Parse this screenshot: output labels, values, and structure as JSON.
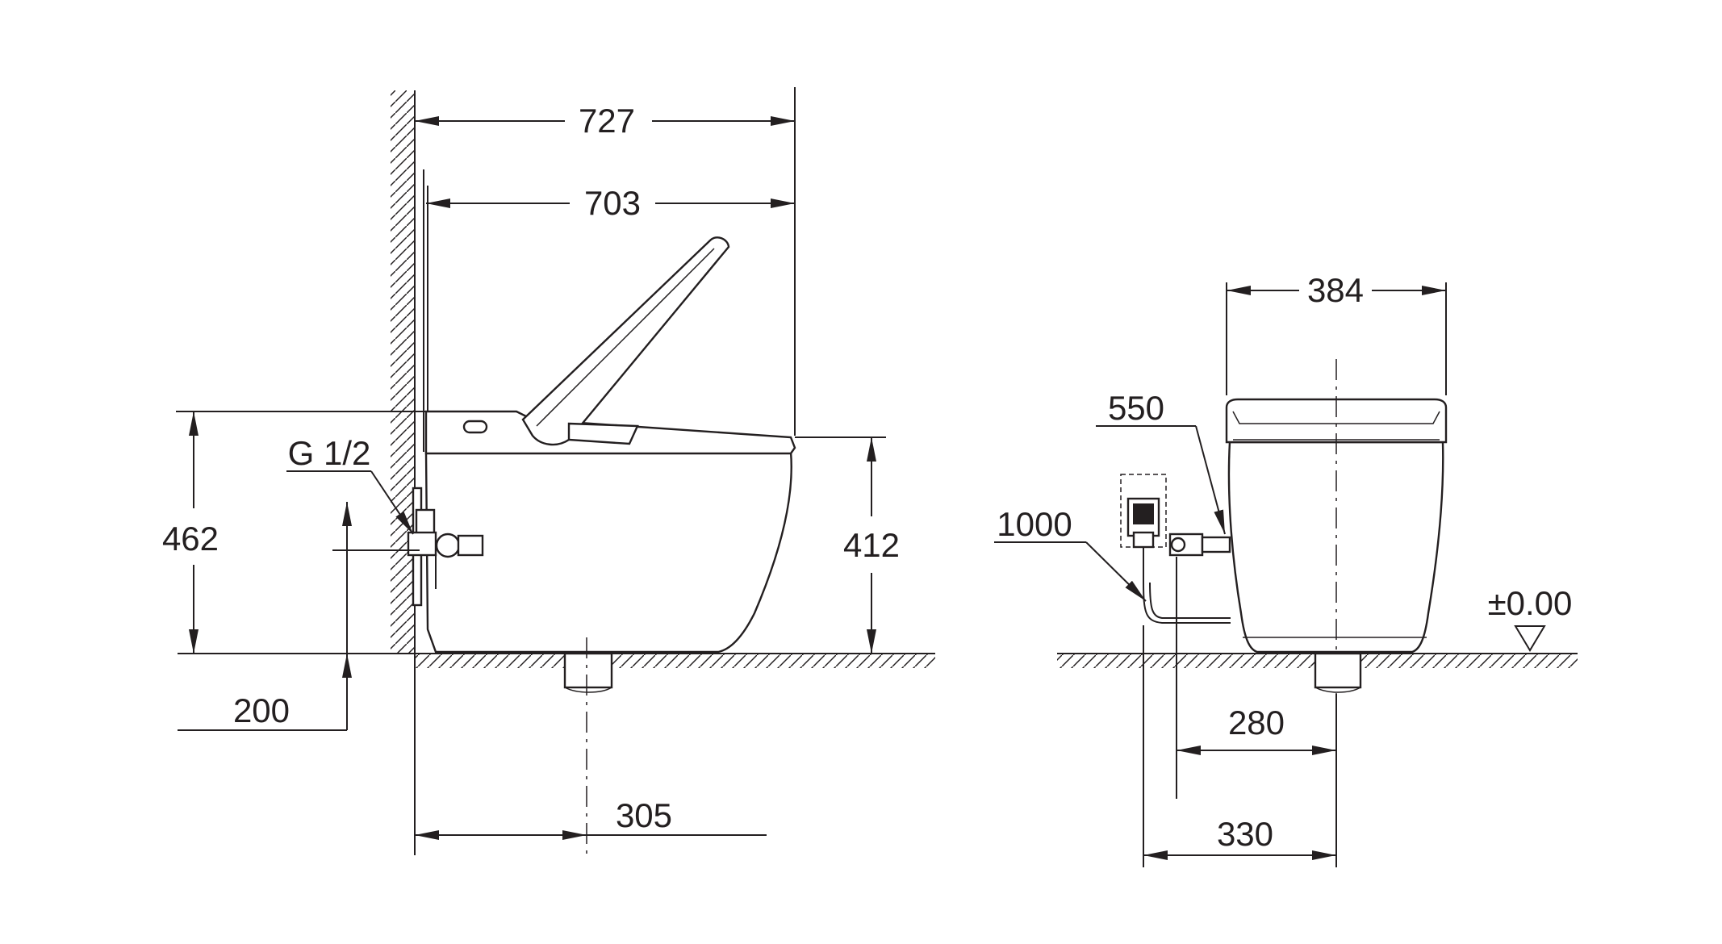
{
  "colors": {
    "ink": "#231f20",
    "background": "#ffffff"
  },
  "side_view": {
    "dim_727": "727",
    "dim_703": "703",
    "dim_462": "462",
    "dim_412": "412",
    "dim_200": "200",
    "dim_305": "305",
    "thread_label": "G 1/2"
  },
  "front_view": {
    "dim_384": "384",
    "dim_550": "550",
    "dim_1000": "1000",
    "dim_280": "280",
    "dim_330": "330",
    "floor_level": "±0.00"
  }
}
